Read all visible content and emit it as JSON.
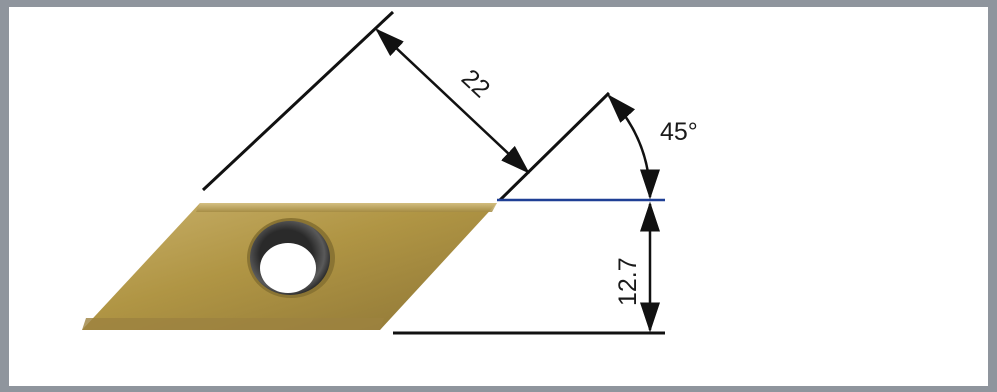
{
  "diagram": {
    "dimensions": {
      "width_label": "22",
      "height_label": "12.7",
      "angle_label": "45°"
    },
    "colors": {
      "frame": "#8f959d",
      "line": "#111111",
      "reference_line": "#1f3f95",
      "insert_gold": "#b39a4a",
      "insert_dark": "#8a7433"
    }
  }
}
